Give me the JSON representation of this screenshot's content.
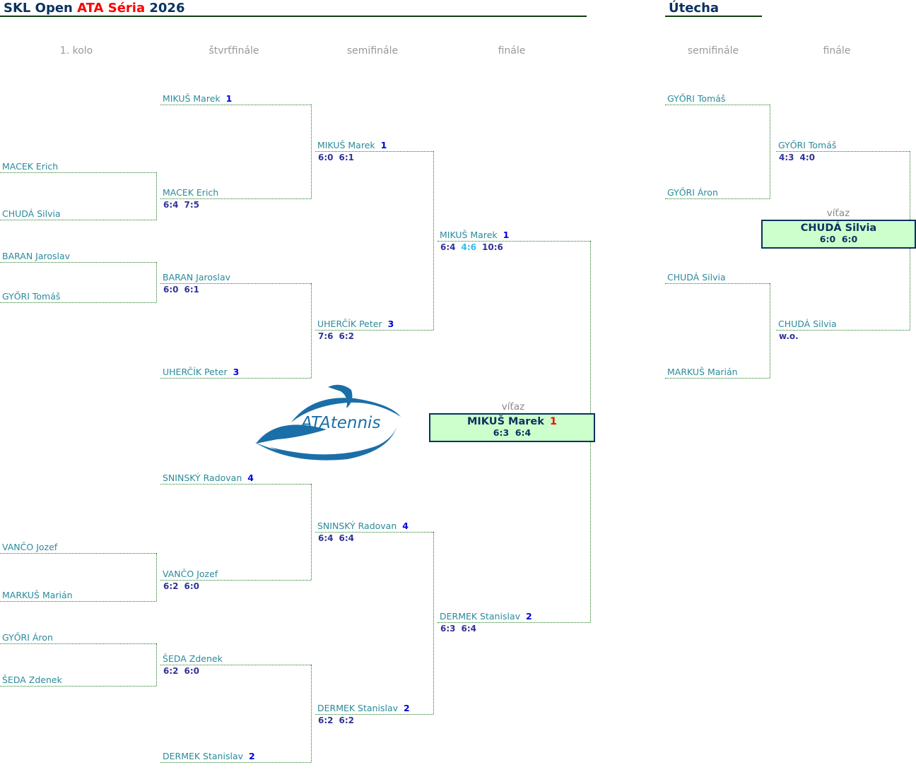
{
  "header": {
    "title_part1": "SKL Open ",
    "title_part2": "ATA Séria",
    "title_part3": " 2026",
    "consolation_title": "Útecha"
  },
  "colors": {
    "title": "#0b3160",
    "accent": "#ff0000",
    "name": "#2a8b9a",
    "score": "#333399",
    "winner_bg": "#ccffcc"
  },
  "main": {
    "round_headers": [
      "1. kolo",
      "štvrťfinále",
      "semifinále",
      "finále"
    ],
    "rounds": [
      {
        "slots": [
          {
            "name": "MACEK Erich"
          },
          {
            "name": "CHUDÁ Silvia"
          },
          {
            "name": "BARAN Jaroslav"
          },
          {
            "name": "GYŐRI Tomáš"
          },
          {
            "name": "VANČO Jozef"
          },
          {
            "name": "MARKUŠ Marián"
          },
          {
            "name": "GYŐRI Áron"
          },
          {
            "name": "ŠEDA Zdenek"
          }
        ]
      },
      {
        "slots": [
          {
            "name": "MIKUŠ Marek",
            "seed": "1"
          },
          {
            "name": "MACEK Erich",
            "score": [
              "6:4",
              "7:5"
            ]
          },
          {
            "name": "BARAN Jaroslav",
            "score": [
              "6:0",
              "6:1"
            ]
          },
          {
            "name": "UHERČÍK Peter",
            "seed": "3"
          },
          {
            "name": "SNINSKÝ Radovan",
            "seed": "4"
          },
          {
            "name": "VANČO Jozef",
            "score": [
              "6:2",
              "6:0"
            ]
          },
          {
            "name": "ŠEDA Zdenek",
            "score": [
              "6:2",
              "6:0"
            ]
          },
          {
            "name": "DERMEK Stanislav",
            "seed": "2"
          }
        ]
      },
      {
        "slots": [
          {
            "name": "MIKUŠ Marek",
            "seed": "1",
            "score": [
              "6:0",
              "6:1"
            ]
          },
          {
            "name": "UHERČÍK Peter",
            "seed": "3",
            "score": [
              "7:6",
              "6:2"
            ]
          },
          {
            "name": "SNINSKÝ Radovan",
            "seed": "4",
            "score": [
              "6:4",
              "6:4"
            ]
          },
          {
            "name": "DERMEK Stanislav",
            "seed": "2",
            "score": [
              "6:2",
              "6:2"
            ]
          }
        ]
      },
      {
        "slots": [
          {
            "name": "MIKUŠ Marek",
            "seed": "1",
            "score": [
              "6:4",
              "4:6",
              "10:6"
            ]
          },
          {
            "name": "DERMEK Stanislav",
            "seed": "2",
            "score": [
              "6:3",
              "6:4"
            ]
          }
        ]
      }
    ],
    "winner": {
      "label": "víťaz",
      "name": "MIKUŠ Marek",
      "seed": "1",
      "score": "6:3  6:4"
    }
  },
  "consolation": {
    "round_headers": [
      "semifinále",
      "finále"
    ],
    "rounds": [
      {
        "slots": [
          {
            "name": "GYŐRI Tomáš"
          },
          {
            "name": "GYŐRI Áron"
          },
          {
            "name": "CHUDÁ Silvia"
          },
          {
            "name": "MARKUŠ Marián"
          }
        ]
      },
      {
        "slots": [
          {
            "name": "GYŐRI Tomáš",
            "score": [
              "4:3",
              "4:0"
            ]
          },
          {
            "name": "CHUDÁ Silvia",
            "score": [
              "w.o."
            ]
          }
        ]
      }
    ],
    "winner": {
      "label": "víťaz",
      "name": "CHUDÁ Silvia",
      "score": "6:0  6:0"
    }
  },
  "logo_text": "ATAtennis"
}
